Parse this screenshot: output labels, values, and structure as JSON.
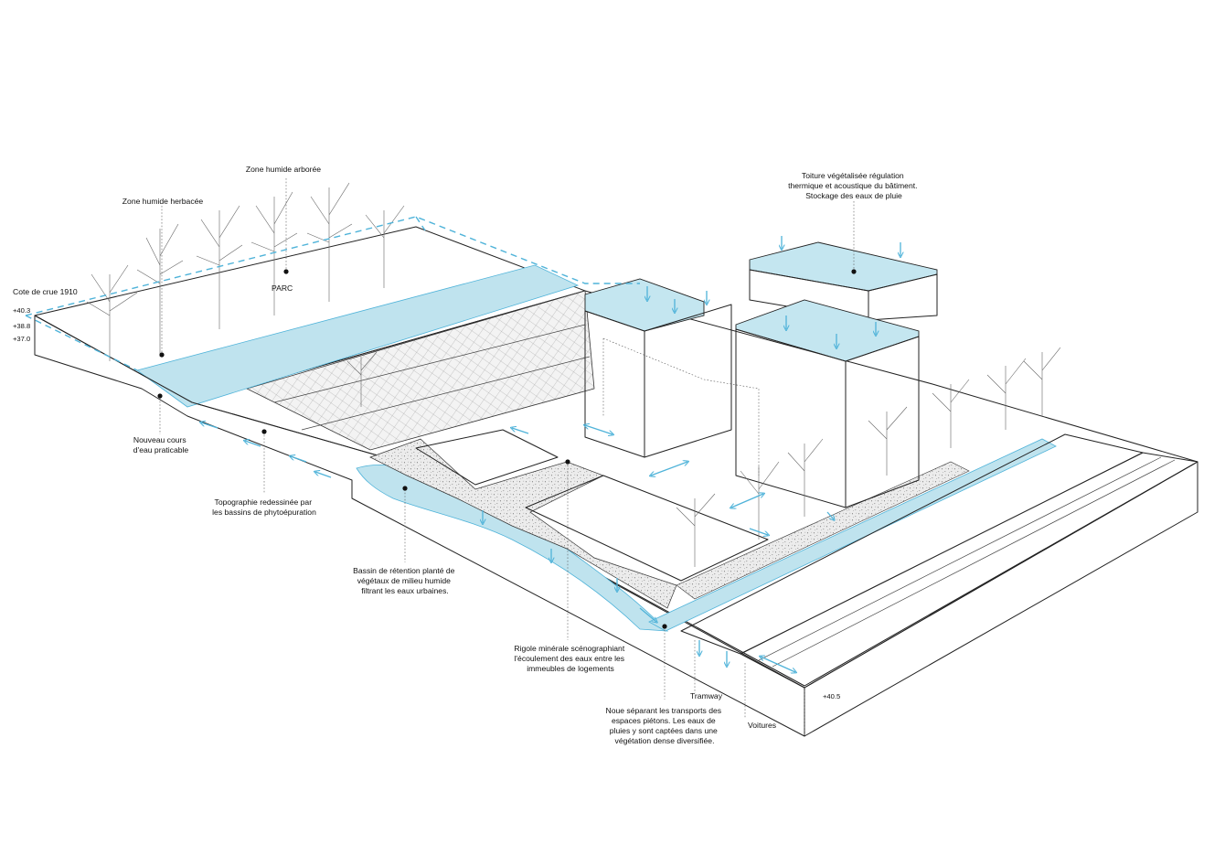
{
  "colors": {
    "water": "#bfe3ee",
    "water_stroke": "#4fb3d9",
    "roof": "#c4e6f0",
    "ground": "#e6e6e6",
    "ink": "#222222"
  },
  "labels": {
    "zone_arboree": "Zone humide arborée",
    "zone_herbacee": "Zone humide herbacée",
    "cote_crue": "Cote de crue 1910",
    "parc": "PARC",
    "nouveau_cours": [
      "Nouveau cours",
      "d'eau praticable"
    ],
    "topographie": [
      "Topographie redessinée par",
      "les bassins de phytoépuration"
    ],
    "bassin": [
      "Bassin de rétention planté de",
      "végétaux de milieu humide",
      "filtrant les eaux urbaines."
    ],
    "rigole": [
      "Rigole minérale scénographiant",
      "l'écoulement des eaux entre les",
      "immeubles de logements"
    ],
    "tramway": "Tramway",
    "noue": [
      "Noue séparant les transports des",
      "espaces piétons. Les eaux de",
      "pluies y sont captées dans une",
      "végétation dense diversifiée."
    ],
    "voitures": "Voitures",
    "toiture": [
      "Toiture végétalisée régulation",
      "thermique et acoustique du bâtiment.",
      "Stockage des eaux de pluie"
    ]
  },
  "levels": {
    "l403": "+40.3",
    "l388": "+38.8",
    "l370": "+37.0",
    "l405": "+40.5"
  }
}
